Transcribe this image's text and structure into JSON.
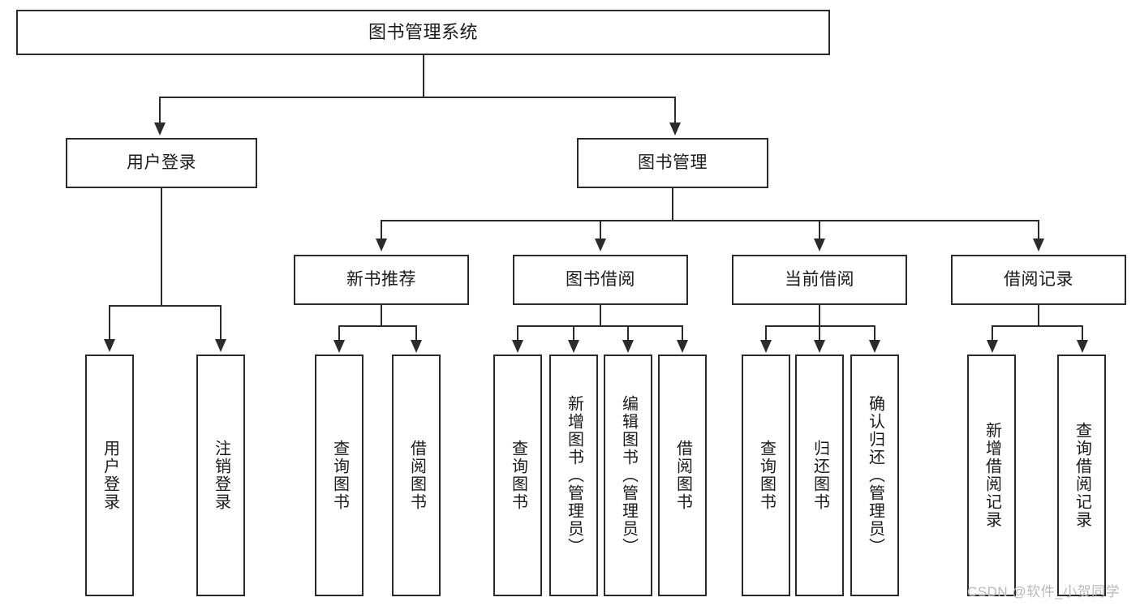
{
  "diagram": {
    "title": "图书管理系统",
    "type": "hierarchy-tree",
    "levels": [
      {
        "level": 0,
        "nodes": [
          {
            "id": "root",
            "label": "图书管理系统",
            "orientation": "horizontal"
          }
        ]
      },
      {
        "level": 1,
        "nodes": [
          {
            "id": "user-login",
            "label": "用户登录",
            "orientation": "horizontal",
            "parent": "root"
          },
          {
            "id": "book-manage",
            "label": "图书管理",
            "orientation": "horizontal",
            "parent": "root"
          }
        ]
      },
      {
        "level": 2,
        "nodes": [
          {
            "id": "new-book-rec",
            "label": "新书推荐",
            "orientation": "horizontal",
            "parent": "book-manage"
          },
          {
            "id": "book-borrow",
            "label": "图书借阅",
            "orientation": "horizontal",
            "parent": "book-manage"
          },
          {
            "id": "current-borrow",
            "label": "当前借阅",
            "orientation": "horizontal",
            "parent": "book-manage"
          },
          {
            "id": "borrow-record",
            "label": "借阅记录",
            "orientation": "horizontal",
            "parent": "book-manage"
          }
        ]
      },
      {
        "level": 3,
        "nodes": [
          {
            "id": "leaf-user-login",
            "label": "用户登录",
            "orientation": "vertical",
            "parent": "user-login"
          },
          {
            "id": "leaf-user-logout",
            "label": "注销登录",
            "orientation": "vertical",
            "parent": "user-login"
          },
          {
            "id": "leaf-query-book-1",
            "label": "查询图书",
            "orientation": "vertical",
            "parent": "new-book-rec"
          },
          {
            "id": "leaf-borrow-book-1",
            "label": "借阅图书",
            "orientation": "vertical",
            "parent": "new-book-rec"
          },
          {
            "id": "leaf-query-book-2",
            "label": "查询图书",
            "orientation": "vertical",
            "parent": "book-borrow"
          },
          {
            "id": "leaf-add-book",
            "label": "新增图书（管理员）",
            "orientation": "vertical",
            "parent": "book-borrow"
          },
          {
            "id": "leaf-edit-book",
            "label": "编辑图书（管理员）",
            "orientation": "vertical",
            "parent": "book-borrow"
          },
          {
            "id": "leaf-borrow-book-2",
            "label": "借阅图书",
            "orientation": "vertical",
            "parent": "book-borrow"
          },
          {
            "id": "leaf-query-book-3",
            "label": "查询图书",
            "orientation": "vertical",
            "parent": "current-borrow"
          },
          {
            "id": "leaf-return-book",
            "label": "归还图书",
            "orientation": "vertical",
            "parent": "current-borrow"
          },
          {
            "id": "leaf-confirm-return",
            "label": "确认归还（管理员）",
            "orientation": "vertical",
            "parent": "current-borrow"
          },
          {
            "id": "leaf-add-record",
            "label": "新增借阅记录",
            "orientation": "vertical",
            "parent": "borrow-record"
          },
          {
            "id": "leaf-query-record",
            "label": "查询借阅记录",
            "orientation": "vertical",
            "parent": "borrow-record"
          }
        ]
      }
    ],
    "colors": {
      "stroke": "#2b2b2b",
      "fill": "#ffffff",
      "text": "#1a1a1a",
      "watermark": "#b9b9b9"
    }
  },
  "watermark": {
    "text": "CSDN @软件_小贺同学"
  }
}
